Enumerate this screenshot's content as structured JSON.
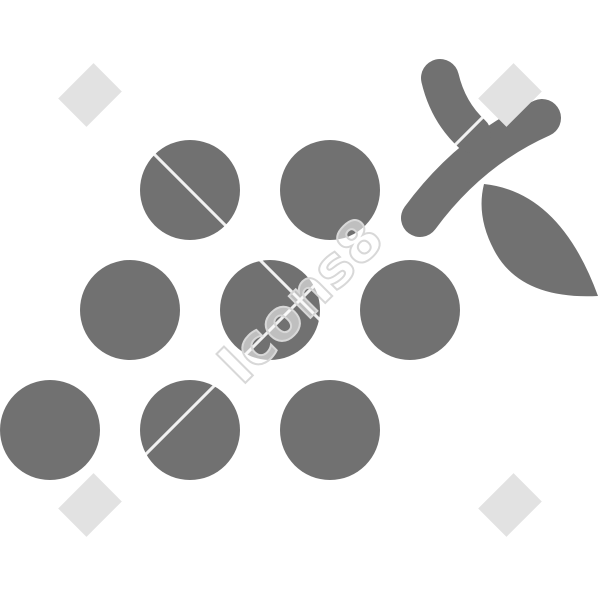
{
  "icon": {
    "name": "grapes",
    "color": "#717171",
    "grape_count": 8
  },
  "watermark": {
    "text": "Icons8",
    "color": "#e0e0e0"
  }
}
